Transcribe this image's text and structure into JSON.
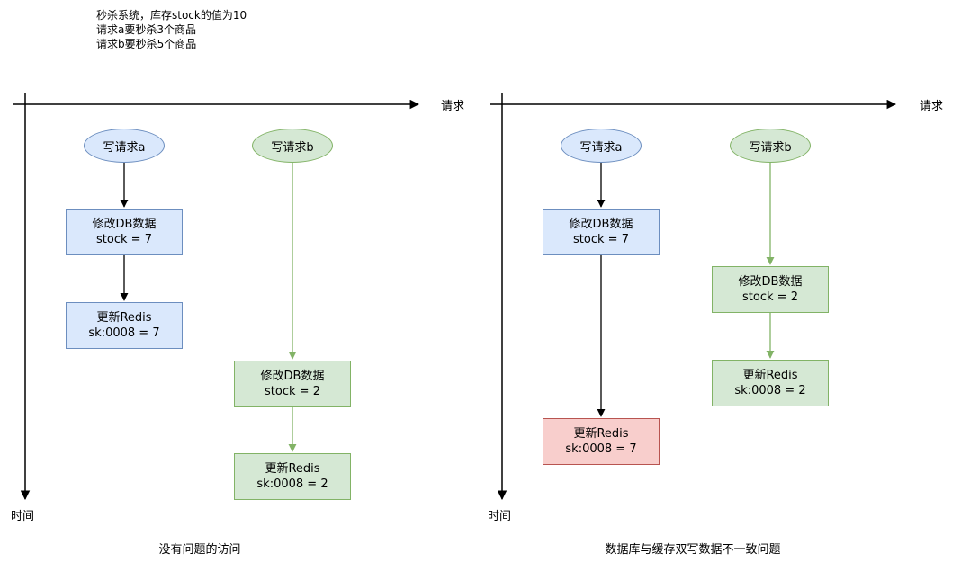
{
  "note_lines": [
    "秒杀系统，库存stock的值为10",
    "请求a要秒杀3个商品",
    "请求b要秒杀5个商品"
  ],
  "diagrams": [
    {
      "x_axis_label": "请求",
      "y_axis_label": "时间",
      "caption": "没有问题的访问",
      "request_a": {
        "label": "写请求a",
        "db_update": {
          "line1": "修改DB数据",
          "line2": "stock = 7"
        },
        "redis_update": {
          "line1": "更新Redis",
          "line2": "sk:0008 = 7"
        }
      },
      "request_b": {
        "label": "写请求b",
        "db_update": {
          "line1": "修改DB数据",
          "line2": "stock = 2"
        },
        "redis_update": {
          "line1": "更新Redis",
          "line2": "sk:0008 = 2"
        }
      }
    },
    {
      "x_axis_label": "请求",
      "y_axis_label": "时间",
      "caption": "数据库与缓存双写数据不一致问题",
      "request_a": {
        "label": "写请求a",
        "db_update": {
          "line1": "修改DB数据",
          "line2": "stock = 7"
        },
        "redis_update": {
          "line1": "更新Redis",
          "line2": "sk:0008 = 7"
        }
      },
      "request_b": {
        "label": "写请求b",
        "db_update": {
          "line1": "修改DB数据",
          "line2": "stock = 2"
        },
        "redis_update": {
          "line1": "更新Redis",
          "line2": "sk:0008 = 2"
        }
      }
    }
  ],
  "colors": {
    "blue_fill": "#dae8fc",
    "blue_stroke": "#6c8ebf",
    "green_fill": "#d5e8d4",
    "green_stroke": "#82b366",
    "red_fill": "#f8cecc",
    "red_stroke": "#b85450"
  }
}
